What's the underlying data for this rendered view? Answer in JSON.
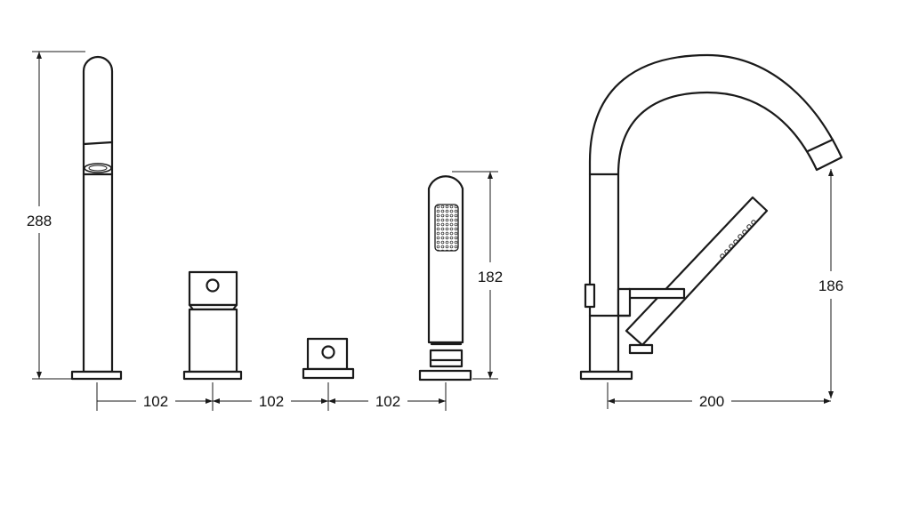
{
  "dimensions": {
    "spout_height": "288",
    "spacing_1": "102",
    "spacing_2": "102",
    "spacing_3": "102",
    "handshower_height": "182",
    "mixer_height": "186",
    "mixer_reach": "200"
  }
}
